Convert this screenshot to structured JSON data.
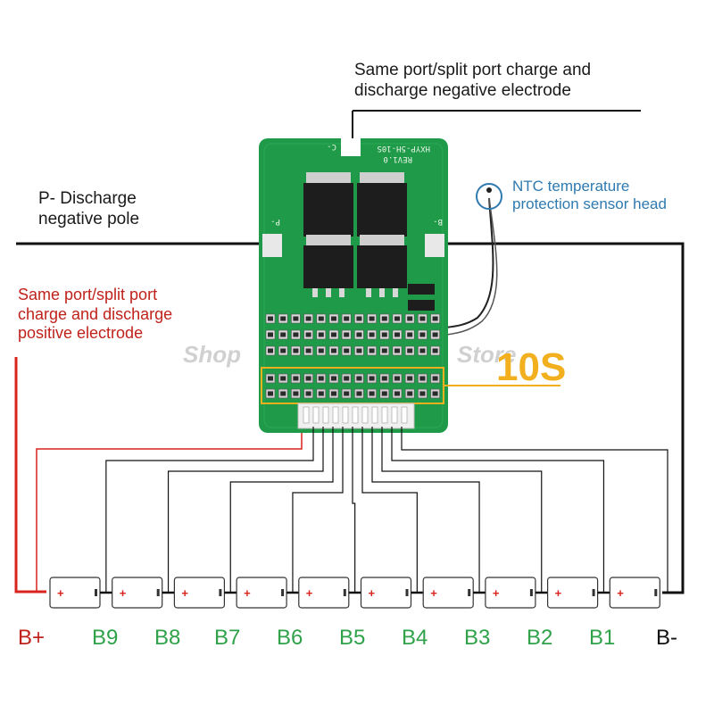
{
  "annotations": {
    "top_note": [
      "Same port/split port charge and",
      "discharge negative electrode"
    ],
    "p_minus": [
      "P- Discharge",
      "negative pole"
    ],
    "ntc": [
      "NTC temperature",
      "protection sensor head"
    ],
    "positive": [
      "Same port/split port",
      "charge and discharge",
      "positive electrode"
    ]
  },
  "board": {
    "model": "HXYP-5H-10S",
    "rev": "REV1.0",
    "pad_c": "C-",
    "pad_p": "P-",
    "pad_b": "B-",
    "series_badge": "10S",
    "watermark": [
      "Shop",
      "Store"
    ]
  },
  "cells": {
    "plus_sign": "+",
    "count": 10
  },
  "labels": [
    "B+",
    "B9",
    "B8",
    "B7",
    "B6",
    "B5",
    "B4",
    "B3",
    "B2",
    "B1",
    "B-"
  ],
  "colors": {
    "board_green": "#1f9a48",
    "wire": "#111111",
    "positive_wire": "#d8241c",
    "cell_plus": "#d8241c",
    "label_green": "#2fa24a",
    "label_red": "#c0221b",
    "badge": "#f2b01e",
    "ntc": "#2f7ab0"
  }
}
